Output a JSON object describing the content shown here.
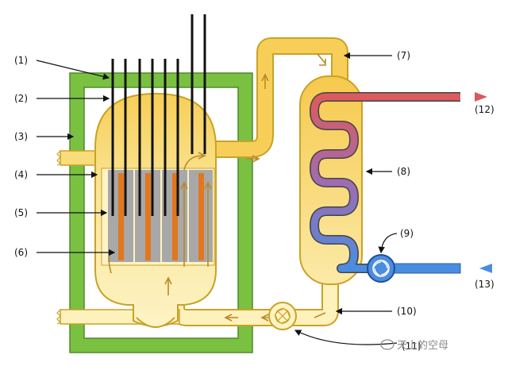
{
  "labels": {
    "l1": "(1)",
    "l2": "(2)",
    "l3": "(3)",
    "l4": "(4)",
    "l5": "(5)",
    "l6": "(6)",
    "l7": "(7)",
    "l8": "(8)",
    "l9": "(9)",
    "l10": "(10)",
    "l11": "(11)",
    "l12": "(12)",
    "l13": "(13)"
  },
  "watermark": "天上的空母",
  "colors": {
    "containment": "#7ac142",
    "containment_stroke": "#4e8a2a",
    "coolant_light": "#fbeeb0",
    "coolant_hot": "#f5c84a",
    "pipe_stroke": "#c9a227",
    "fuel_gray": "#a8a8a8",
    "fuel_orange": "#e2771f",
    "rod_black": "#111111",
    "steam_red": "#d9595c",
    "feed_blue": "#4a8de0",
    "arrow_brown": "#b88a2a"
  }
}
